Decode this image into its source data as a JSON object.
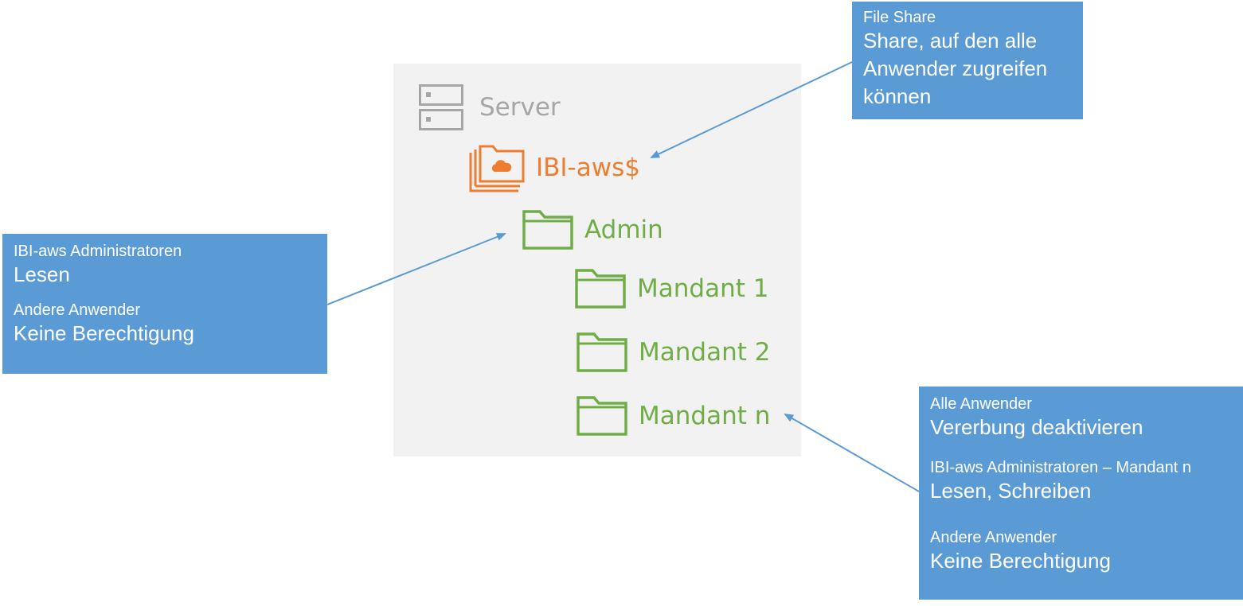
{
  "server": {
    "label": "Server",
    "icon": "server-icon",
    "color": "#a6a6a6"
  },
  "share": {
    "label": "IBI-aws$",
    "icon": "cloud-folder-icon",
    "color": "#ed7d31"
  },
  "folders": [
    {
      "label": "Admin",
      "icon": "folder-icon",
      "color": "#70ad47"
    },
    {
      "label": "Mandant 1",
      "icon": "folder-icon",
      "color": "#70ad47"
    },
    {
      "label": "Mandant 2",
      "icon": "folder-icon",
      "color": "#70ad47"
    },
    {
      "label": "Mandant n",
      "icon": "folder-icon",
      "color": "#70ad47"
    }
  ],
  "callouts": {
    "file_share": {
      "heading": "File Share",
      "text": "Share, auf den alle Anwender zugreifen können"
    },
    "admin": [
      {
        "heading": "IBI-aws Administratoren",
        "text": "Lesen"
      },
      {
        "heading": "Andere Anwender",
        "text": "Keine Berechtigung"
      }
    ],
    "mandant_n": [
      {
        "heading": "Alle Anwender",
        "text": "Vererbung deaktivieren"
      },
      {
        "heading": "IBI-aws Administratoren – Mandant n",
        "text": "Lesen, Schreiben"
      },
      {
        "heading": "Andere Anwender",
        "text": "Keine Berechtigung"
      }
    ]
  },
  "colors": {
    "callout_bg": "#5b9bd5",
    "arrow": "#5b9bd5",
    "panel_bg": "#f2f2f2"
  }
}
